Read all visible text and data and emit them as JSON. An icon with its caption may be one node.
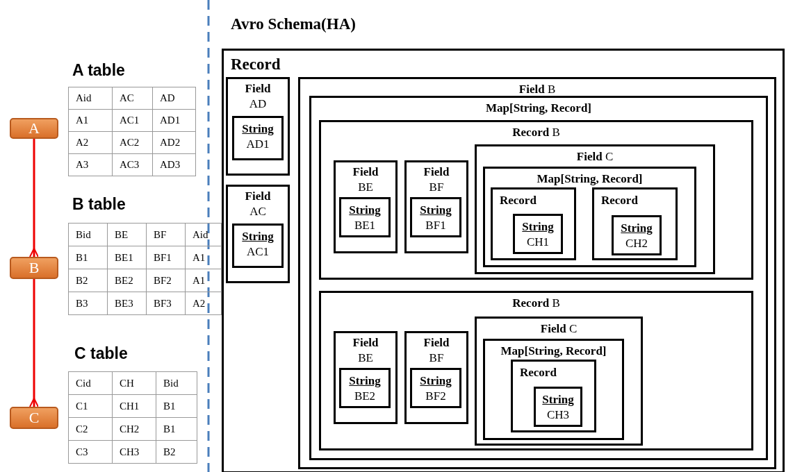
{
  "diagram": {
    "nodes": [
      {
        "text": [
          "A"
        ]
      },
      {
        "text": [
          "B"
        ]
      },
      {
        "text": [
          "C"
        ]
      },
      {
        "text": [
          "Avro Schema(HA)",
          "Record"
        ]
      },
      {
        "text": [
          "**Field** AD"
        ],
        "in": 3
      },
      {
        "text": [
          "String",
          "AD1"
        ],
        "in": 4
      },
      {
        "text": [
          "**Field** AC"
        ],
        "in": 3
      },
      {
        "text": [
          "String",
          "AC1"
        ],
        "in": 6
      },
      {
        "text": [
          "**Field** B"
        ],
        "in": 3
      },
      {
        "text": [
          "Map[String, Record]"
        ],
        "in": 8
      },
      {
        "text": [
          "**Record** B"
        ],
        "in": 9
      },
      {
        "text": [
          "**Field** BE"
        ],
        "in": 10
      },
      {
        "text": [
          "String",
          "BE1"
        ],
        "in": 11
      },
      {
        "text": [
          "**Field** BF"
        ],
        "in": 10
      },
      {
        "text": [
          "String",
          "BF1"
        ],
        "in": 13
      },
      {
        "text": [
          "**Field** C"
        ],
        "in": 10
      },
      {
        "text": [
          "Map[String, Record]"
        ],
        "in": 15
      },
      {
        "text": [
          "Record"
        ],
        "in": 16
      },
      {
        "text": [
          "String",
          "CH1"
        ],
        "in": 17
      },
      {
        "text": [
          "Record"
        ],
        "in": 16
      },
      {
        "text": [
          "String",
          "CH2"
        ],
        "in": 19
      },
      {
        "text": [
          "**Record** B"
        ],
        "in": 9
      },
      {
        "text": [
          "**Field** BE"
        ],
        "in": 21
      },
      {
        "text": [
          "String",
          "BE2"
        ],
        "in": 22
      },
      {
        "text": [
          "**Field** BF"
        ],
        "in": 21
      },
      {
        "text": [
          "String",
          "BF2"
        ],
        "in": 24
      },
      {
        "text": [
          "**Field** C"
        ],
        "in": 21
      },
      {
        "text": [
          "Map[String, Record]"
        ],
        "in": 26
      },
      {
        "text": [
          "Record"
        ],
        "in": 27
      },
      {
        "text": [
          "String",
          "CH3"
        ],
        "in": 28
      }
    ],
    "edges": [
      {
        "from": 0,
        "to": 1,
        "arrow": "other"
      },
      {
        "from": 1,
        "to": 2,
        "arrow": "other"
      }
    ],
    "labels": [
      "A table",
      "Aid",
      "AC",
      "AD",
      "A1",
      "AC1",
      "AD1",
      "A2",
      "AC2",
      "AD2",
      "A3",
      "AC3",
      "AD3",
      "B table",
      "Bid",
      "BE",
      "BF",
      "Aid",
      "B1",
      "BE1",
      "BF1",
      "A1",
      "B2",
      "BE2",
      "BF2",
      "A1",
      "B3",
      "BE3",
      "BF3",
      "A2",
      "C table",
      "Cid",
      "CH",
      "Bid",
      "C1",
      "CH1",
      "B1",
      "C2",
      "CH2",
      "B1",
      "C3",
      "CH3",
      "B2"
    ]
  }
}
